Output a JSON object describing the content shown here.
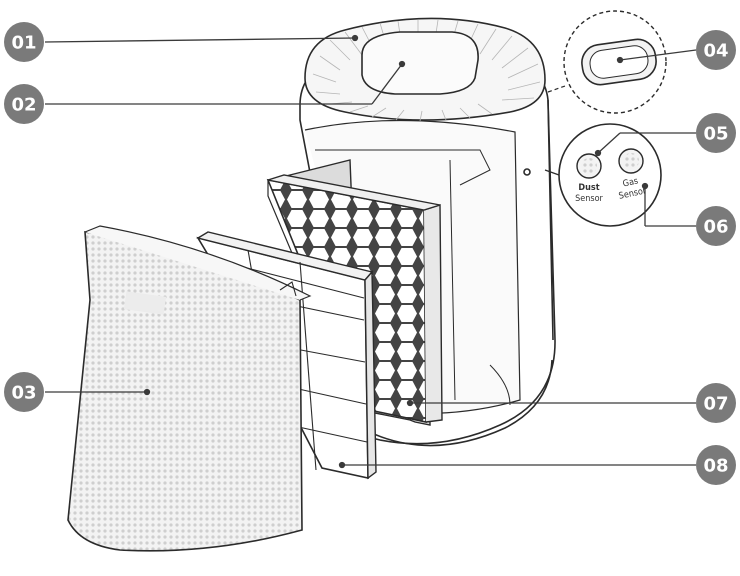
{
  "colors": {
    "badge": "#7a7a7a",
    "line": "#3a3a3a",
    "outline": "#2b2b2b",
    "body": "#ffffff",
    "mesh": "#e4e4e4"
  },
  "callouts": [
    {
      "id": "01",
      "label": "01"
    },
    {
      "id": "02",
      "label": "02"
    },
    {
      "id": "03",
      "label": "03"
    },
    {
      "id": "04",
      "label": "04"
    },
    {
      "id": "05",
      "label": "05"
    },
    {
      "id": "06",
      "label": "06"
    },
    {
      "id": "07",
      "label": "07"
    },
    {
      "id": "08",
      "label": "08"
    }
  ],
  "sensors": {
    "dust": {
      "line1": "Dust",
      "line2": "Sensor"
    },
    "gas": {
      "line1": "Gas",
      "line2": "Sensor"
    }
  }
}
